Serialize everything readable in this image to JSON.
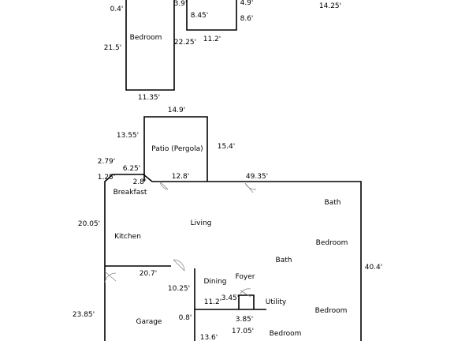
{
  "rooms": {
    "bedroom_upper": "Bedroom",
    "patio": "Patio (Pergola)",
    "breakfast": "Breakfast",
    "living": "Living",
    "kitchen": "Kitchen",
    "bath1": "Bath",
    "bedroom1": "Bedroom",
    "bath2": "Bath",
    "dining": "Dining",
    "foyer": "Foyer",
    "utility": "Utility",
    "bedroom2": "Bedroom",
    "garage": "Garage",
    "bedroom3": "Bedroom"
  },
  "dimensions": {
    "d_0_4": "0.4'",
    "d_3_9": "3.9'",
    "d_4_9": "4.9'",
    "d_8_45": "8.45'",
    "d_8_6": "8.6'",
    "d_14_25": "14.25'",
    "d_21_5": "21.5'",
    "d_22_25": "22.25'",
    "d_11_2_top": "11.2'",
    "d_11_35": "11.35'",
    "d_14_9": "14.9'",
    "d_13_55": "13.55'",
    "d_15_4": "15.4'",
    "d_2_79": "2.79'",
    "d_6_25": "6.25'",
    "d_1_25": "1.25'",
    "d_2_8": "2.8'",
    "d_12_8": "12.8'",
    "d_49_35": "49.35'",
    "d_20_05": "20.05'",
    "d_40_4": "40.4'",
    "d_20_7": "20.7'",
    "d_10_25": "10.25'",
    "d_11_2_mid": "11.2'",
    "d_3_45": "3.45'",
    "d_23_85": "23.85'",
    "d_0_8": "0.8'",
    "d_3_85": "3.85'",
    "d_17_05": "17.05'",
    "d_13_6": "13.6'"
  }
}
